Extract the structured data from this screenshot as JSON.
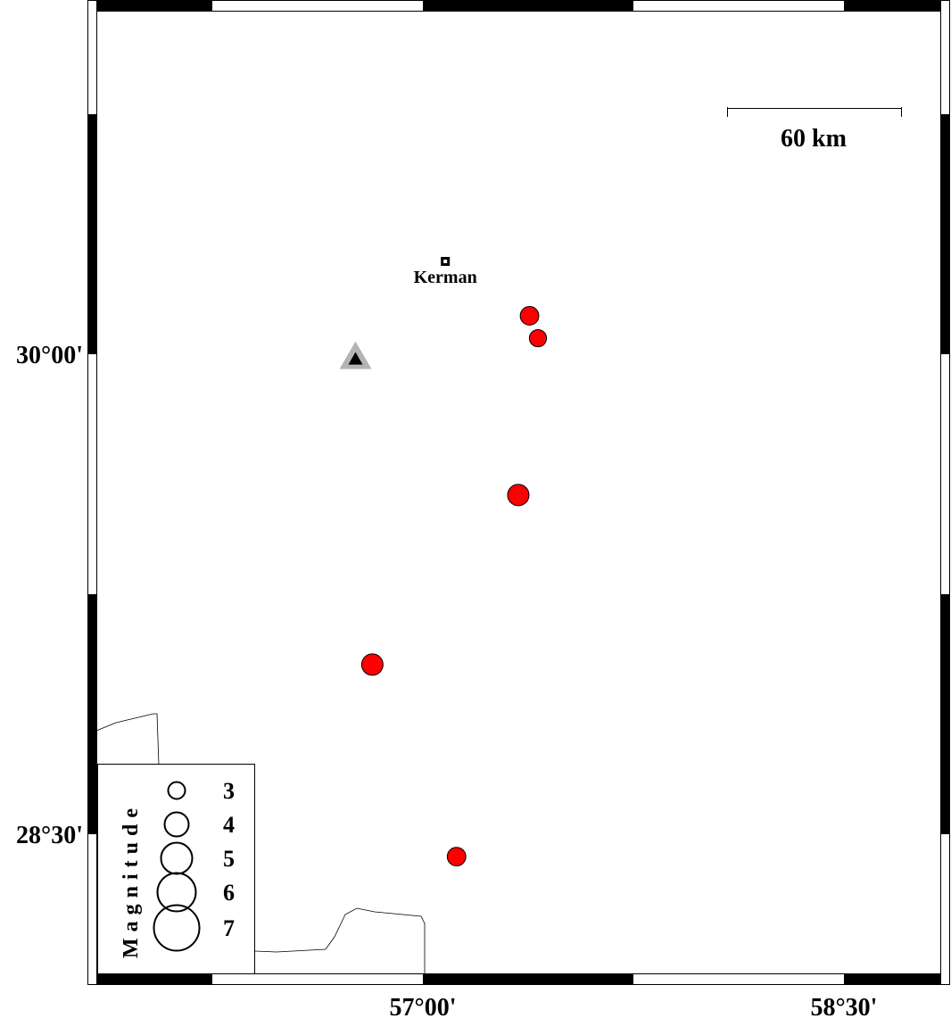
{
  "map": {
    "lon_ticks": [
      {
        "label": "57°00'",
        "lon": 57.0
      },
      {
        "label": "58°30'",
        "lon": 58.5
      }
    ],
    "lat_ticks": [
      {
        "label": "30°00'",
        "lat": 30.0
      },
      {
        "label": "28°30'",
        "lat": 28.5
      }
    ],
    "scale_bar": {
      "label": "60 km",
      "length_km": 60
    },
    "city": {
      "name": "Kerman",
      "lon": 57.08,
      "lat": 30.29
    },
    "station": {
      "lon": 56.76,
      "lat": 29.99,
      "outer_color": "#b4b4b4",
      "inner_color": "#000000"
    },
    "events": [
      {
        "lon": 57.38,
        "lat": 30.12,
        "mag": 3.1
      },
      {
        "lon": 57.41,
        "lat": 30.05,
        "mag": 2.9
      },
      {
        "lon": 57.34,
        "lat": 29.56,
        "mag": 3.5
      },
      {
        "lon": 56.82,
        "lat": 29.03,
        "mag": 3.5
      },
      {
        "lon": 57.12,
        "lat": 28.43,
        "mag": 3.1
      }
    ],
    "event_color": "#ff0000"
  },
  "legend": {
    "title": "Magnitude",
    "items": [
      {
        "mag": 3,
        "label": "3"
      },
      {
        "mag": 4,
        "label": "4"
      },
      {
        "mag": 5,
        "label": "5"
      },
      {
        "mag": 6,
        "label": "6"
      },
      {
        "mag": 7,
        "label": "7"
      }
    ]
  }
}
